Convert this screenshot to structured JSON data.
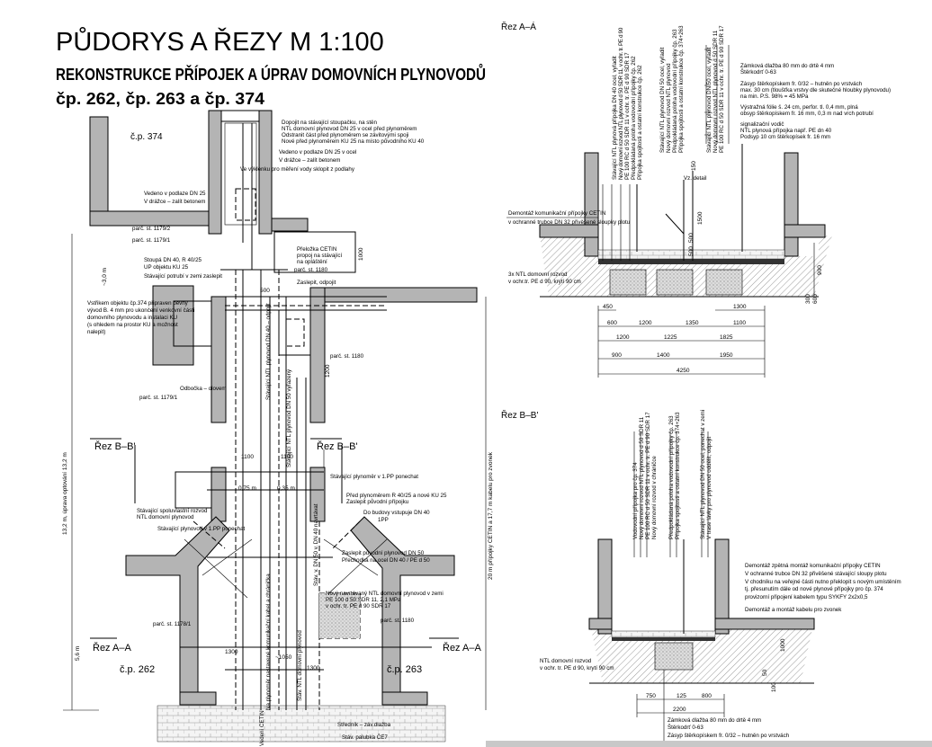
{
  "title": "PŮDORYS A ŘEZY M 1:100",
  "subtitle": "REKONSTRUKCE PŘÍPOJEK A ÚPRAV DOMOVNÍCH PLYNOVODŮ",
  "subtitle2": "čp. 262, čp. 263 a čp. 374",
  "plan": {
    "cp374": "č.p. 374",
    "cp262": "č.p. 262",
    "cp263": "č.p. 263",
    "cut_aa_left": "Řez A–A",
    "cut_aa_right": "Řez A–A",
    "cut_bb_left": "Řez B–B'",
    "cut_bb_right": "Řez B–B'",
    "parcel_1179_2": "parč. st. 1179/2",
    "parcel_1179_1": "parč. st. 1179/1",
    "parcel_1179_1b": "parč. st. 1179/1",
    "parcel_1180": "parč. st. 1180",
    "parcel_1180b": "parč. st. 1180",
    "parcel_1180c": "parč. st. 1180",
    "parcel_1178_1": "parč. st. 1178/1",
    "notes_top": [
      "Dopojit na stávající stoupačku, na stěn",
      "NTL domovní plynovod DN 25 v ocel před plynoměrem",
      "Odstranit část před plynoměrem se závitovými spoji",
      "Nové před plynoměrem KU 25 na místo původního KU 40"
    ],
    "note_vedeno1": "Vedeno v podlaze DN 25 v ocel",
    "note_vedeno1b": "V drážce – zalít betonem",
    "note_vyklenku": "Ve výklenku pro měření vody sklopit z podlahy",
    "note_vedeno2": "Vedeno v podlaze DN 25",
    "note_vedeno2b": "V drážce – zalít betonem",
    "note_stoupa": [
      "Stoupá DN 40, R 40/25",
      "UP objektu KU 25"
    ],
    "note_potrubi": "Stávající potrubí v zemi zaslepit",
    "note_vstrikem": [
      "Vstřikem objektu čp.374 připraven pevný",
      "vývod B. 4 mm pro ukončení venkovní části",
      "domovního plynovodu a instalaci KU",
      "(s ohledem na prostor KU a možnost",
      "nalepit)"
    ],
    "note_pilskobka": [
      "Přeložka CETIN",
      "propoj na stávající",
      "na opláštění"
    ],
    "note_zaslepit": "Zaslepit, odpojit",
    "note_odbocka": "Odbočka – olovem",
    "note_plynomer": "Stávající plynoměr v 1.PP ponechat",
    "note_plynomer2": [
      "Před plynoměrem R 40/25 a nové KU 25",
      "Zaslepit původní přípojku"
    ],
    "note_budovy": [
      "Do budovy vstupuje DN 40",
      "1PP"
    ],
    "note_zaslepit50": [
      "Zaslepit původní plynovod DN 50",
      "Přechodka na ocel DN 40 / PE d 50"
    ],
    "note_novy": [
      "Nový navrtávaný NTL domovní plynovod v zemi",
      "PE 100 d 50 SDR 11, 2,1 MPa",
      "v ochr. tr. PE d 90 SDR 17"
    ],
    "note_stavajici_rozvod": [
      "Stávající spoluvlastní rozvod",
      "NTL domovní plynovod"
    ],
    "note_ulice": "Stávající plynovod v 1.PP ponechat",
    "note_stredni": "Středník – záv.dlažba",
    "note_stavajici_dlazba": "Stáv. palubka ČE7",
    "dims": {
      "d1100a": "1100",
      "d1100b": "1100",
      "d500": "500",
      "d1000": "1000",
      "d3m": "~3,0 m",
      "d5_6": "5,6 m",
      "d13": "13,2 m, úprava optování 13,2 m",
      "d20": "20 m přípojky CETIN a 17,7 m kabelu pro zvonek",
      "d075": "0,75 m",
      "d035": "0,35 m",
      "d1050": "~1050",
      "d1300": "1300",
      "d1200": "1200"
    },
    "vertical_notes": [
      "Stávající NTL plynovod DN 40 – odpojit",
      "Stávající NTL plynovod DN 50 vyřazený",
      "Na plynoměr nastavené komunikační kabel a chránička",
      "Stáv. NTL domovní plynovod",
      "Stáv. v. DN 50 v. DN 40 navrtávat",
      "Vedení CETIN"
    ]
  },
  "section_aa": {
    "label": "Řez A–Á",
    "vertical_notes": [
      "Stávající NTL plynová přípojka DN 40 ocel, vyřadit",
      "Nový domovní rozvod NTL plynovod d 50 SDR 11, v ochr. tr. PE d 90",
      "PE 100 RC d 50 SDR 11 v ochr. tr. PE d 90 SDR 17",
      "Předpokládaná poloha vodovodní přípojky čp. 262",
      "Přípojka spojitosti a ostatní konstrukce čp. 262",
      "Stávající NTL plynovod DN 50 ocel, vyřadit",
      "Nový domovní rozvod NTL plynovod",
      "Předpokládaná poloha vodovodní přípojky čp. 263",
      "Přípojka spojitosti a ostatní konstrukce čp. 374+263",
      "Stávající NTL plynovod DN 50 ocel, vyřadit",
      "Nový domovní rozvod NTL plynovod d 50 SDR 11",
      "PE 100 RC d 50 SDR 11 v ochr. tr. PE d 90 SDR 17"
    ],
    "notes": [
      "Zámková dlažba 80 mm do drtě 4 mm",
      "Štěrkodrť 0-63",
      "Zásyp štěrkopískem fr. 0/32 – hutněn po vrstvách",
      "max. 30 cm (tloušťka vrstvy dle skutečné hloubky plynovodu)",
      "na min. P.S. 98% = 45 MPa",
      "Výstražná fólie š. 24 cm, perfor. tl. 0,4 mm, plná",
      "obsyp štěrkopískem fr. 16 mm, 0,3 m nad vrch potrubí",
      "signalizační vodič",
      "NTL plynová přípojka např. PE dn 40",
      "Podsyp 10 cm štěrkopísek fr. 16 mm"
    ],
    "note_vz": "Vz. detail",
    "note_cetin": "Demontáž komunikační přípojky CETIN",
    "note_cetin2": "v ochranné trubce DN 32 přivěšené sloupky plotu",
    "note_3x": "3x NTL domovní rozvod",
    "note_3x2": "v ochr.tr. PE d 90, krytí 90 cm",
    "dims_row1": [
      "450",
      "1300"
    ],
    "dims_row2": [
      "600",
      "1200",
      "1350",
      "1100"
    ],
    "dims_row3": [
      "1200",
      "1225",
      "1825"
    ],
    "dims_row4": [
      "900",
      "1400",
      "1950"
    ],
    "dims_row5": [
      "4250"
    ],
    "dims_v": [
      "900",
      "300",
      "600",
      "150",
      "1500",
      "500",
      "500"
    ]
  },
  "section_bb": {
    "label": "Řez B–B'",
    "vertical_notes": [
      "Vodovodní přípojka pro čp. 374",
      "Nový domovní rozvod NTL plynovod d 50 SDR 11",
      "PE 100 RC d 50 SDR 11 v ochr. tr. PE d 90 SDR 17",
      "Nový domovní rozvod v chráničce",
      "Předpokládaná poloha vodovodní přípojky čp. 263",
      "Přípojka spojitosti a ostatní konstrukce čp. 374+263",
      "Stávající NTL plynovod DN 50 ocel, ponechat v zemi",
      "V trase lávky pro plynovod oddělit, odpojit"
    ],
    "notes": [
      "Demontáž zpětná montáž komunikační přípojky CETIN",
      "V ochranné trubce DN 32 přivěšené stávající sloupy plotu",
      "V chodníku na veřejné části nutno překlopit s novým umístěním",
      "tj. přesunutím dále od nové plynové přípojky pro čp. 374",
      "provizorní připojení kabelem typu SYKFY 2x2x0,5",
      "Demontáž a montáž kabelu pro zvonek"
    ],
    "note_ntl": "NTL domovní rozvod",
    "note_ntl2": "v ochr. tr. PE d 90, krytí 90 cm",
    "dims_row1": [
      "750",
      "125",
      "800"
    ],
    "dims_row2": [
      "2200"
    ],
    "dims_v": [
      "1000",
      "100",
      "50"
    ],
    "notes_bottom": [
      "Zámková dlažba 80 mm do drtě 4 mm",
      "Štěrkodrť 0-63",
      "Zásyp štěrkopískem fr. 0/32 – hutněn po vrstvách"
    ]
  }
}
